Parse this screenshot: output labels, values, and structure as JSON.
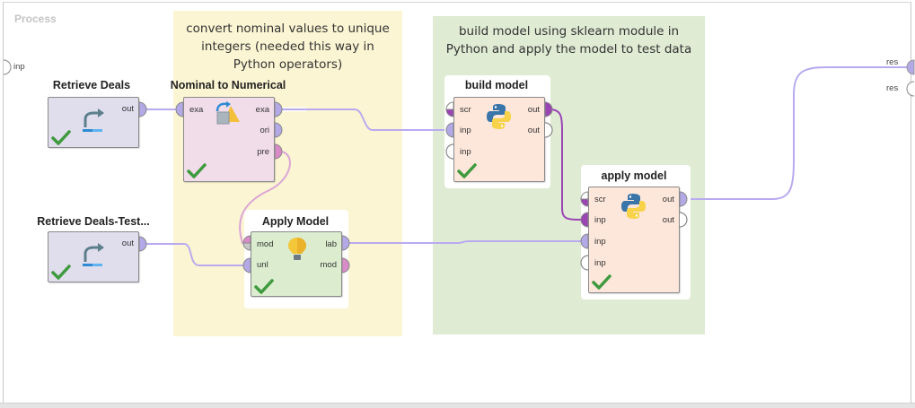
{
  "panel": {
    "title": "Process"
  },
  "process_ports": {
    "input": {
      "label": "inp"
    },
    "outputs": [
      {
        "label": "res",
        "connected": true
      },
      {
        "label": "res",
        "connected": false
      }
    ]
  },
  "annotations": [
    {
      "text": "convert nominal values to unique integers (needed this way in Python operators)",
      "color": "#fbf5d3"
    },
    {
      "text": "build model using sklearn module in Python and apply the model to test data",
      "color": "#dfebd3"
    }
  ],
  "operators": [
    {
      "id": "retrieve_deals",
      "title": "Retrieve Deals",
      "icon": "retrieve-icon",
      "status": "ok",
      "inputs": [],
      "outputs": [
        {
          "label": "out",
          "connected": true
        }
      ]
    },
    {
      "id": "nominal_to_numerical",
      "title": "Nominal to Numerical",
      "icon": "convert-icon",
      "status": "ok",
      "inputs": [
        {
          "label": "exa",
          "connected": true
        }
      ],
      "outputs": [
        {
          "label": "exa",
          "connected": true
        },
        {
          "label": "ori",
          "connected": true
        },
        {
          "label": "pre",
          "connected": true
        }
      ]
    },
    {
      "id": "retrieve_deals_test",
      "title": "Retrieve Deals-Test...",
      "icon": "retrieve-icon",
      "status": "ok",
      "inputs": [],
      "outputs": [
        {
          "label": "out",
          "connected": true
        }
      ]
    },
    {
      "id": "apply_model_builtin",
      "title": "Apply Model",
      "icon": "lightbulb-icon",
      "status": "ok",
      "inputs": [
        {
          "label": "mod",
          "connected": true
        },
        {
          "label": "unl",
          "connected": true
        }
      ],
      "outputs": [
        {
          "label": "lab",
          "connected": true
        },
        {
          "label": "mod",
          "connected": true
        }
      ]
    },
    {
      "id": "build_model",
      "title": "build model",
      "icon": "python-icon",
      "status": "ok",
      "inputs": [
        {
          "label": "scr",
          "connected": true
        },
        {
          "label": "inp",
          "connected": true
        },
        {
          "label": "inp",
          "connected": false
        }
      ],
      "outputs": [
        {
          "label": "out",
          "connected": true
        },
        {
          "label": "out",
          "connected": false
        }
      ]
    },
    {
      "id": "apply_model_python",
      "title": "apply model",
      "icon": "python-icon",
      "status": "ok",
      "inputs": [
        {
          "label": "scr",
          "connected": true
        },
        {
          "label": "inp",
          "connected": true
        },
        {
          "label": "inp",
          "connected": true
        },
        {
          "label": "inp",
          "connected": false
        }
      ],
      "outputs": [
        {
          "label": "out",
          "connected": true
        },
        {
          "label": "out",
          "connected": false
        }
      ]
    }
  ],
  "colors": {
    "example_port": "#b3a9e6",
    "model_port": "#d98bc8",
    "python_port": "#9b45b5",
    "wire_example": "#b9aaf0",
    "wire_model": "#dba6d6",
    "wire_python": "#9b45b5",
    "check": "#3e9a3e"
  }
}
